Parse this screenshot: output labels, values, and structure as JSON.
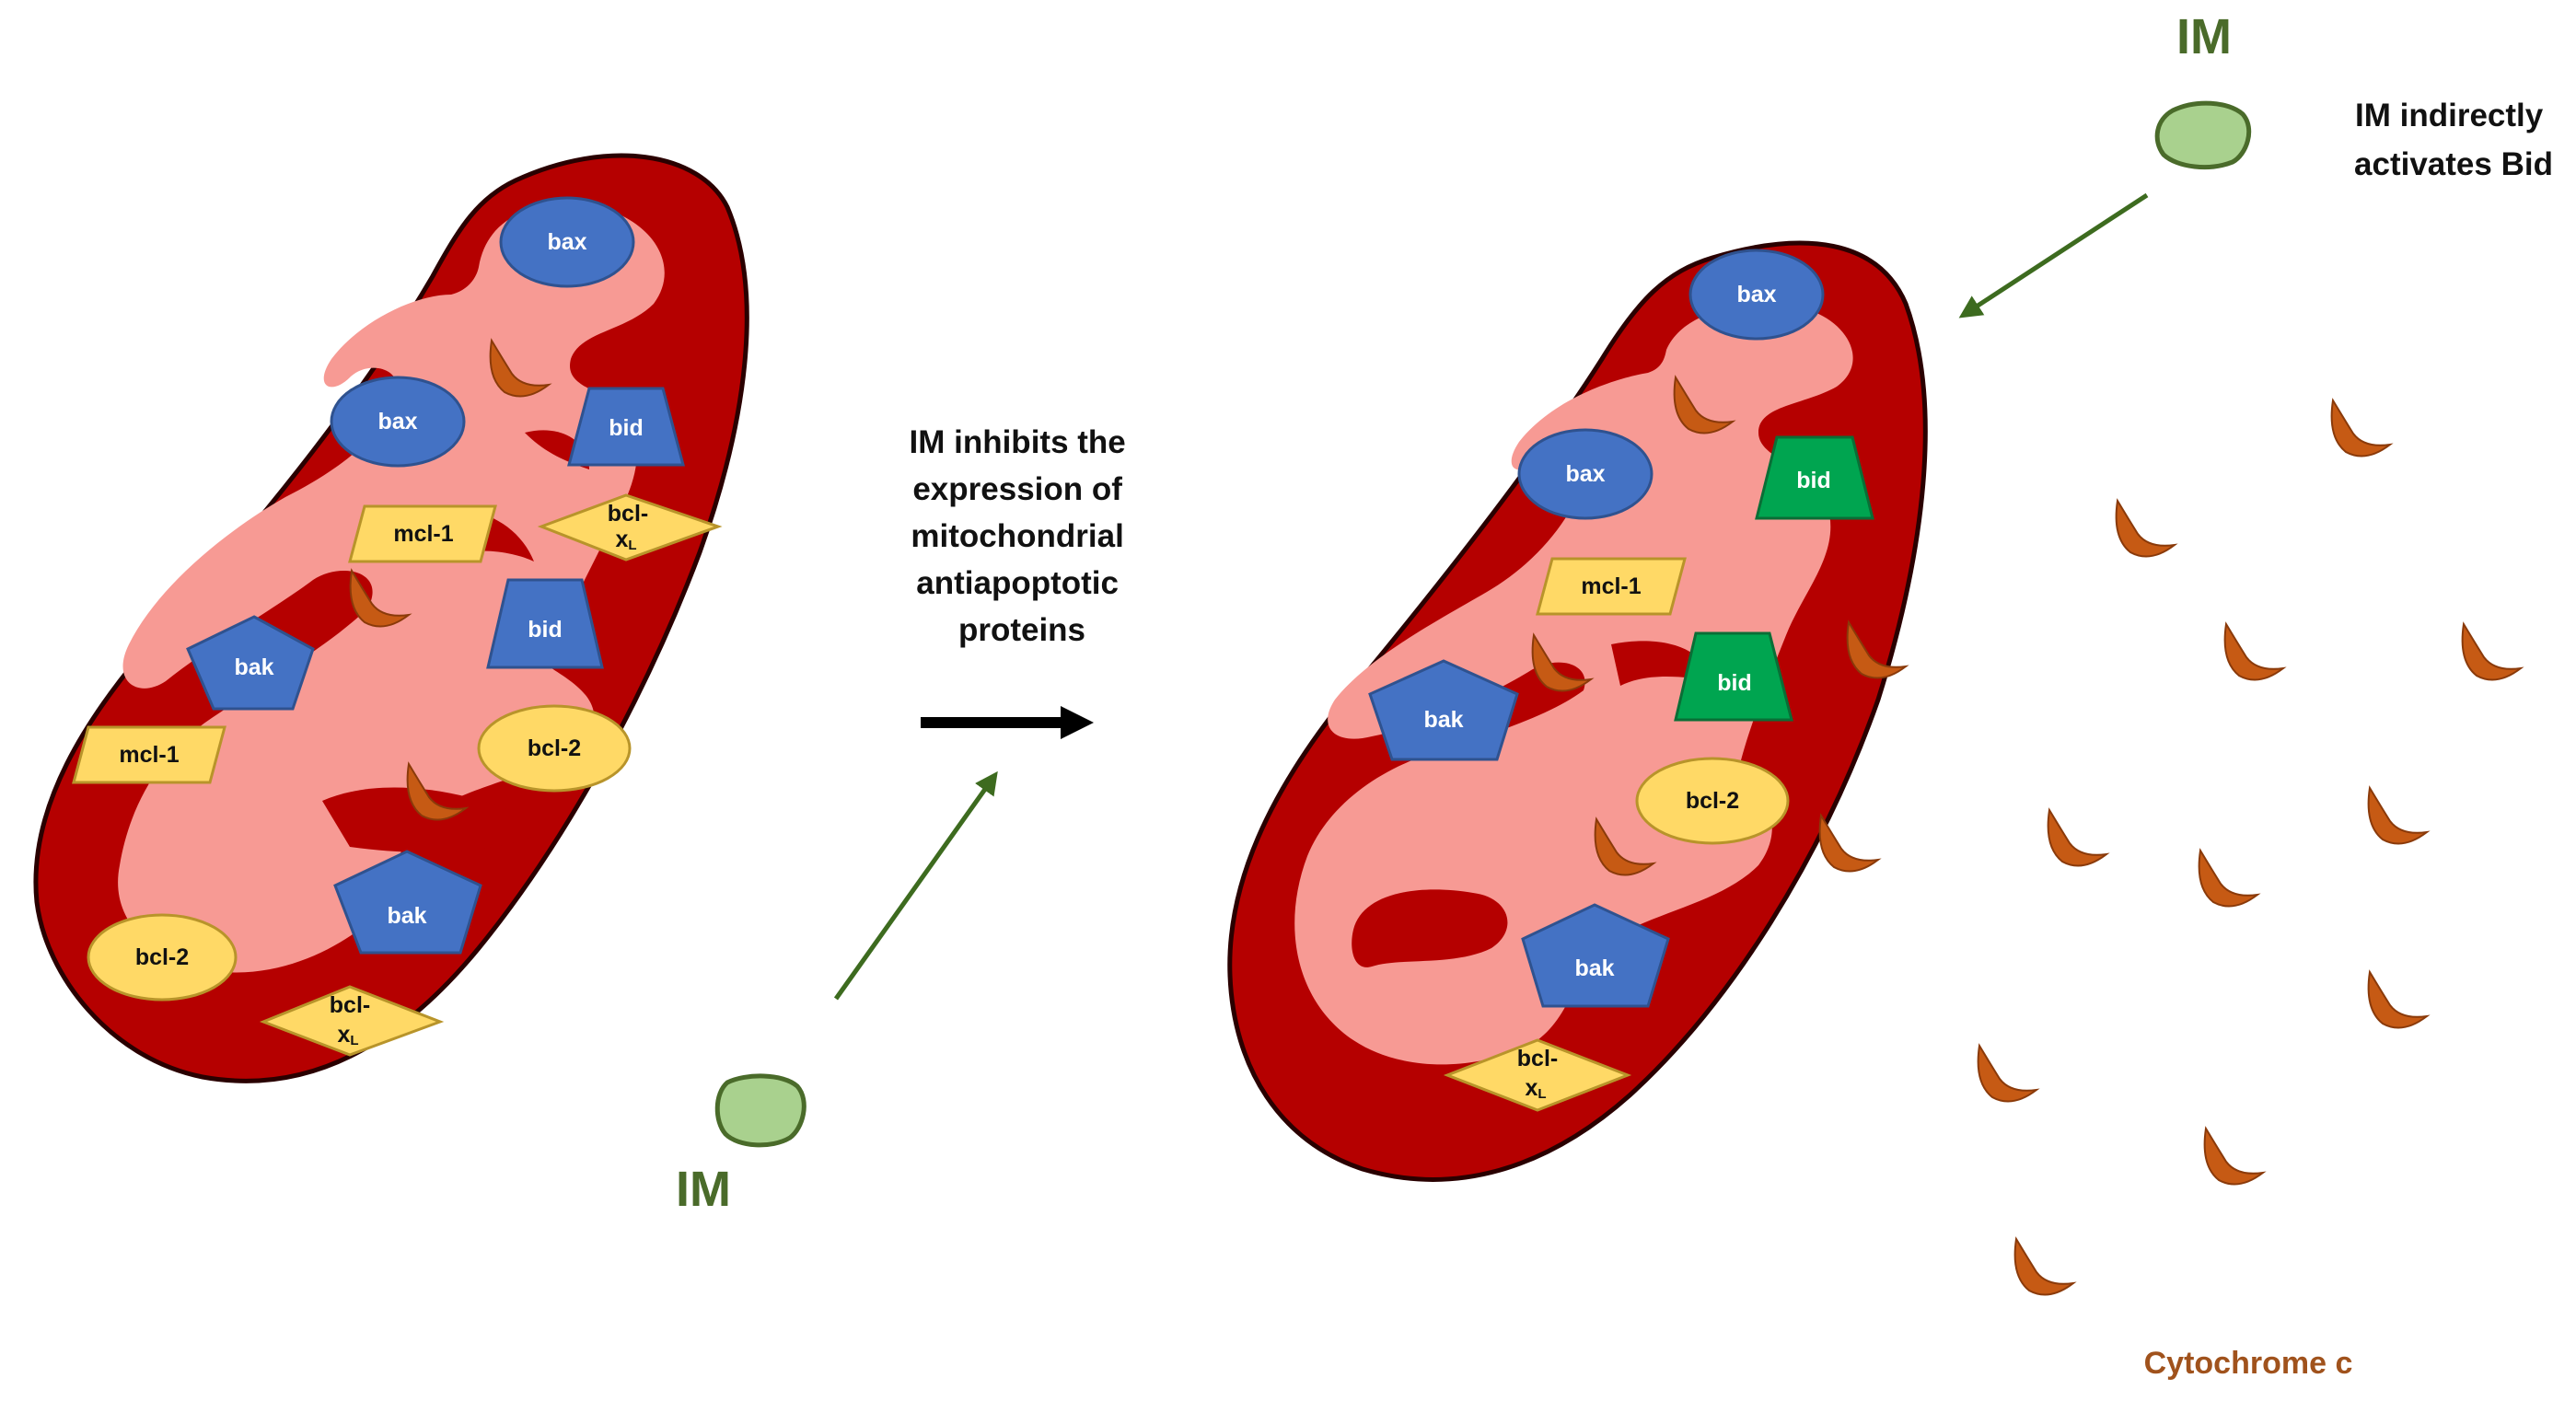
{
  "labels": {
    "bax": "bax",
    "bid": "bid",
    "bak": "bak",
    "mcl1": "mcl-1",
    "bcl2": "bcl-2",
    "bclx_top": "bcl-",
    "bclx_x": "x",
    "bclx_sub": "L"
  },
  "im_label": "IM",
  "middle_text": [
    "IM inhibits the",
    "expression of",
    "mitochondrial",
    "antiapoptotic",
    "proteins"
  ],
  "top_right_text": [
    "IM indirectly",
    "activates Bid"
  ],
  "cytochrome_label": "Cytochrome c",
  "colors": {
    "outer_membrane": "#b50000",
    "inner_matrix": "#f79a94",
    "blue_protein": "#4472c4",
    "green_protein": "#00a550",
    "yellow_protein": "#ffd966",
    "cytochrome": "#c65a14",
    "im_drug": "#a9d18e",
    "arrow_green": "#3d6b1f"
  }
}
